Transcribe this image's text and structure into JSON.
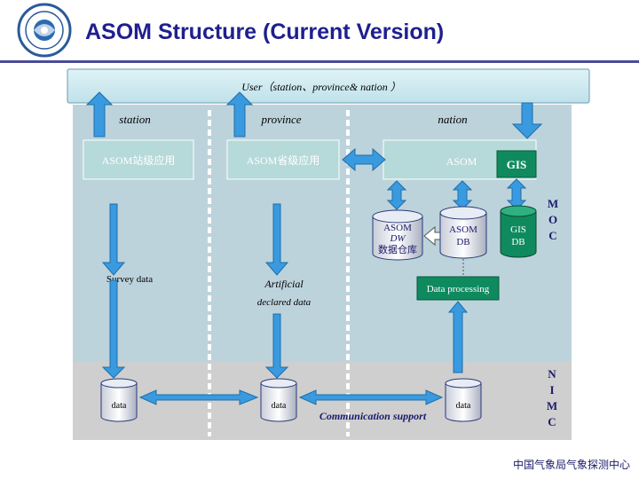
{
  "header": {
    "title": "ASOM Structure (Current Version)"
  },
  "diagram": {
    "user_bar": "User（station、province& nation ）",
    "columns": {
      "station": "station",
      "province": "province",
      "nation": "nation"
    },
    "boxes": {
      "station_app": "ASOM站级应用",
      "province_app": "ASOM省级应用",
      "nation_asom": "ASOM",
      "gis": "GIS"
    },
    "databases": {
      "dw_line1": "ASOM",
      "dw_line2": "DW",
      "dw_line3": "数据仓库",
      "asom_db_line1": "ASOM",
      "asom_db_line2": "DB",
      "gis_db_line1": "GIS",
      "gis_db_line2": "DB"
    },
    "moc": [
      "M",
      "O",
      "C"
    ],
    "nimc": [
      "N",
      "I",
      "M",
      "C"
    ],
    "labels": {
      "survey_data": "Survey data",
      "artificial": "Artificial",
      "declared_data": "declared data",
      "data_processing": "Data processing",
      "communication_support": "Communication support"
    },
    "bottom_dbs": {
      "station": "data",
      "province": "data",
      "nation": "data"
    }
  },
  "footer": {
    "org": "中国气象局气象探测中心"
  },
  "colors": {
    "panel": "#bcd3dc",
    "bottom_panel": "#cfcfcf",
    "arrow": "#3a9adf",
    "green_box": "#0f8a5f",
    "title": "#1f1f8f"
  }
}
